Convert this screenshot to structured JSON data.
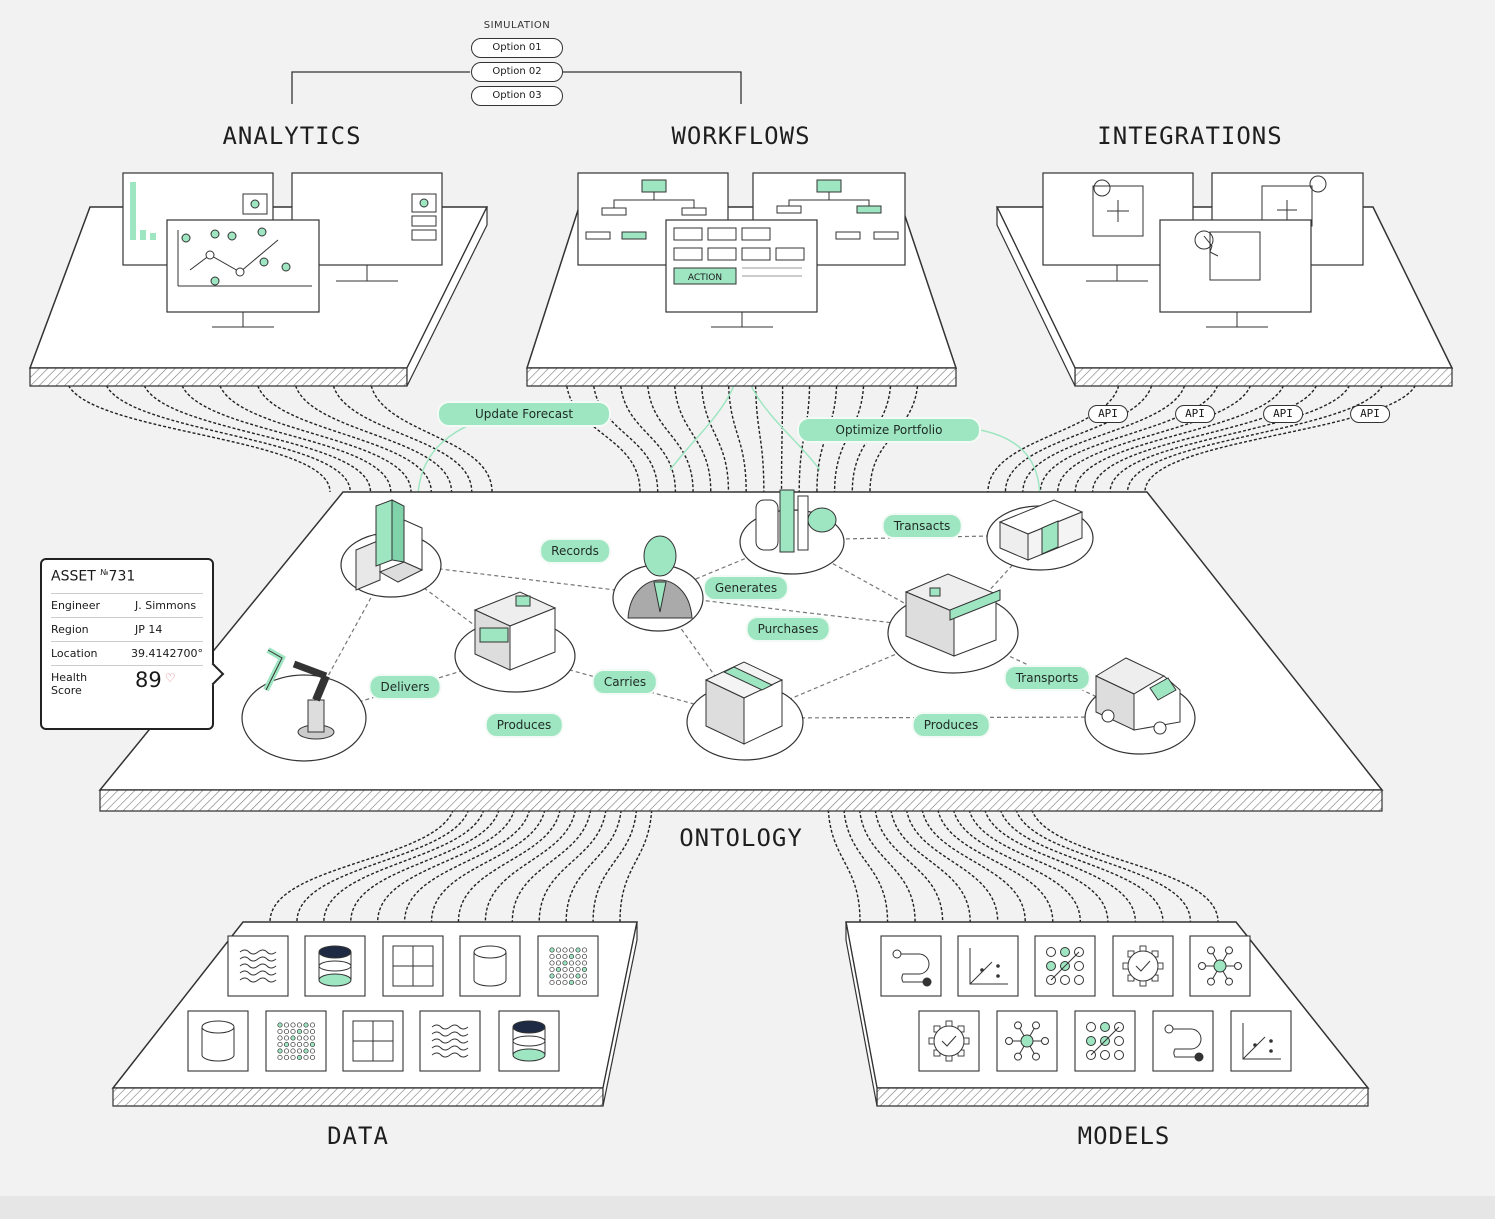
{
  "simulation": {
    "title": "SIMULATION",
    "options": [
      "Option 01",
      "Option 02",
      "Option 03"
    ]
  },
  "sections": {
    "analytics": "ANALYTICS",
    "workflows": "WORKFLOWS",
    "integrations": "INTEGRATIONS",
    "ontology": "ONTOLOGY",
    "data": "DATA",
    "models": "MODELS"
  },
  "workflow_action_label": "ACTION",
  "flow_tags": {
    "update_forecast": "Update Forecast",
    "optimize_portfolio": "Optimize Portfolio"
  },
  "api_labels": [
    "API",
    "API",
    "API",
    "API"
  ],
  "relations": {
    "records": "Records",
    "generates": "Generates",
    "transacts": "Transacts",
    "purchases": "Purchases",
    "delivers": "Delivers",
    "carries": "Carries",
    "transports": "Transports",
    "produces_left": "Produces",
    "produces_right": "Produces"
  },
  "asset_card": {
    "title": "ASSET",
    "number_prefix": "№",
    "number": "731",
    "rows": [
      {
        "key": "Engineer",
        "value": "J. Simmons"
      },
      {
        "key": "Region",
        "value": "JP 14"
      },
      {
        "key": "Location",
        "value": "39.4142700°"
      }
    ],
    "health_label": "Health Score",
    "health_value": "89"
  },
  "icons": {
    "data_tiles": [
      "waves-icon",
      "cylinder-accent-icon",
      "grid-icon",
      "cylinder-icon",
      "dot-matrix-icon",
      "cylinder-icon",
      "dot-matrix-icon",
      "grid-icon",
      "waves-icon",
      "cylinder-accent-icon"
    ],
    "model_tiles": [
      "path-icon",
      "scatter-icon",
      "network-grid-icon",
      "gear-check-icon",
      "hub-icon",
      "gear-check-icon",
      "hub-icon",
      "network-grid-icon",
      "path-icon",
      "scatter-icon"
    ],
    "ontology_objects": [
      "factory-icon",
      "person-icon",
      "refinery-icon",
      "cash-stack-icon",
      "robot-arm-icon",
      "warehouse-icon",
      "box-icon",
      "storefront-icon",
      "truck-icon"
    ]
  },
  "colors": {
    "accent": "#9ee6c2",
    "ink": "#222222",
    "background": "#f2f2f2"
  }
}
